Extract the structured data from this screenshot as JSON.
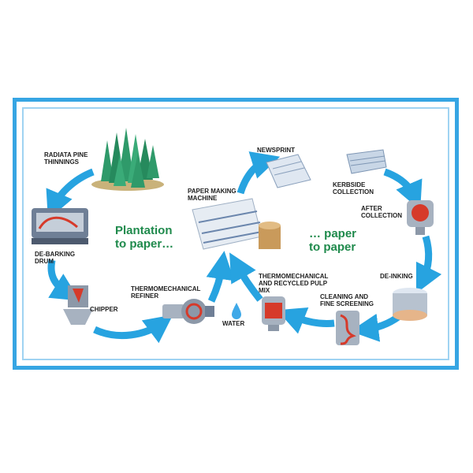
{
  "labels": {
    "radiata_pine": "RADIATA PINE\nTHINNINGS",
    "debarking": "DE-BARKING\nDRUM",
    "chipper": "CHIPPER",
    "thermo_refiner": "THERMOMECHANICAL\nREFINER",
    "water": "WATER",
    "paper_machine": "PAPER MAKING\nMACHINE",
    "thermo_pulp_mix": "THERMOMECHANICAL\nAND RECYCLED PULP\nMIX",
    "newsprint": "NEWSPRINT",
    "kerbside": "KERBSIDE\nCOLLECTION",
    "after_collection": "AFTER\nCOLLECTION",
    "deinking": "DE-INKING",
    "cleaning": "CLEANING AND\nFINE SCREENING"
  },
  "titles": {
    "plantation": "Plantation\nto paper…",
    "paper_to_paper": "… paper\nto paper"
  },
  "colors": {
    "arrow": "#27a3e0",
    "frame": "#36a5e3",
    "title_green": "#1f8a4c",
    "tree": "#2f9a6a"
  }
}
